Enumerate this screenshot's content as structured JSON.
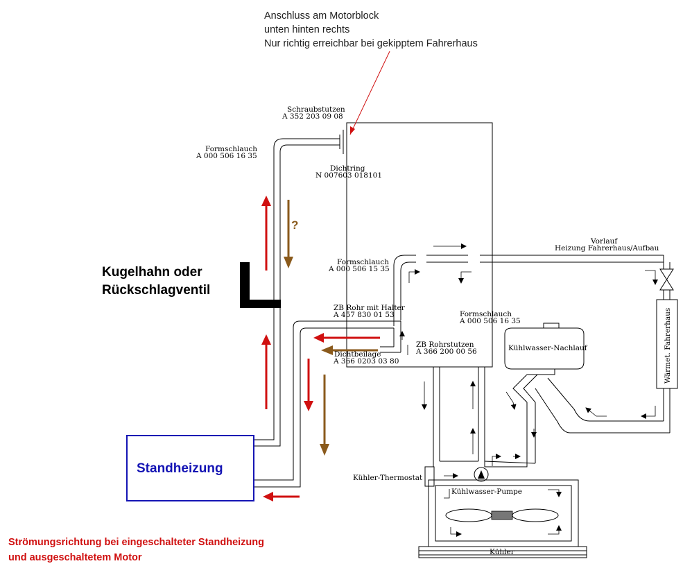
{
  "note": {
    "line1": "Anschluss am Motorblock",
    "line2": "unten hinten rechts",
    "line3": "Nur richtig erreichbar bei gekipptem Fahrerhaus"
  },
  "labels": {
    "schraubstutzen_name": "Schraubstutzen",
    "schraubstutzen_num": "A 352 203 09 08",
    "formschlauch1_name": "Formschlauch",
    "formschlauch1_num": "A 000 506 16 35",
    "dichtring_name": "Dichtring",
    "dichtring_num": "N 007603 018101",
    "formschlauch2_name": "Formschlauch",
    "formschlauch2_num": "A 000 506 15 35",
    "zb_rohr_name": "ZB Rohr mit Halter",
    "zb_rohr_num": "A 457 830 01 53",
    "dichtbeilage_name": "Dichtbeilage",
    "dichtbeilage_num": "A 366 0203 03 80",
    "zb_rohrstutzen_name": "ZB Rohrstutzen",
    "zb_rohrstutzen_num": "A 366 200 00 56",
    "formschlauch3_name": "Formschlauch",
    "formschlauch3_num": "A 000 506 16 35",
    "vorlauf": "Vorlauf",
    "heizung": "Heizung Fahrerhaus/Aufbau",
    "waermet": "Wärmet. Fahrerhaus",
    "nachlauf": "Kühlwasser-Nachlauf",
    "thermostat": "Kühler-Thermostat",
    "pumpe": "Kühlwasser-Pumpe",
    "kuehler": "Kühler"
  },
  "valve": {
    "line1": "Kugelhahn oder",
    "line2": "Rückschlagventil"
  },
  "heater": {
    "label": "Standheizung"
  },
  "question_mark": "?",
  "caption": {
    "line1": "Strömungsrichtung bei eingeschalteter Standheizung",
    "line2": "und ausgeschaltetem Motor"
  },
  "colors": {
    "flow_red": "#d01010",
    "flow_brown": "#8a5a1c",
    "heater_blue": "#1414b4"
  }
}
